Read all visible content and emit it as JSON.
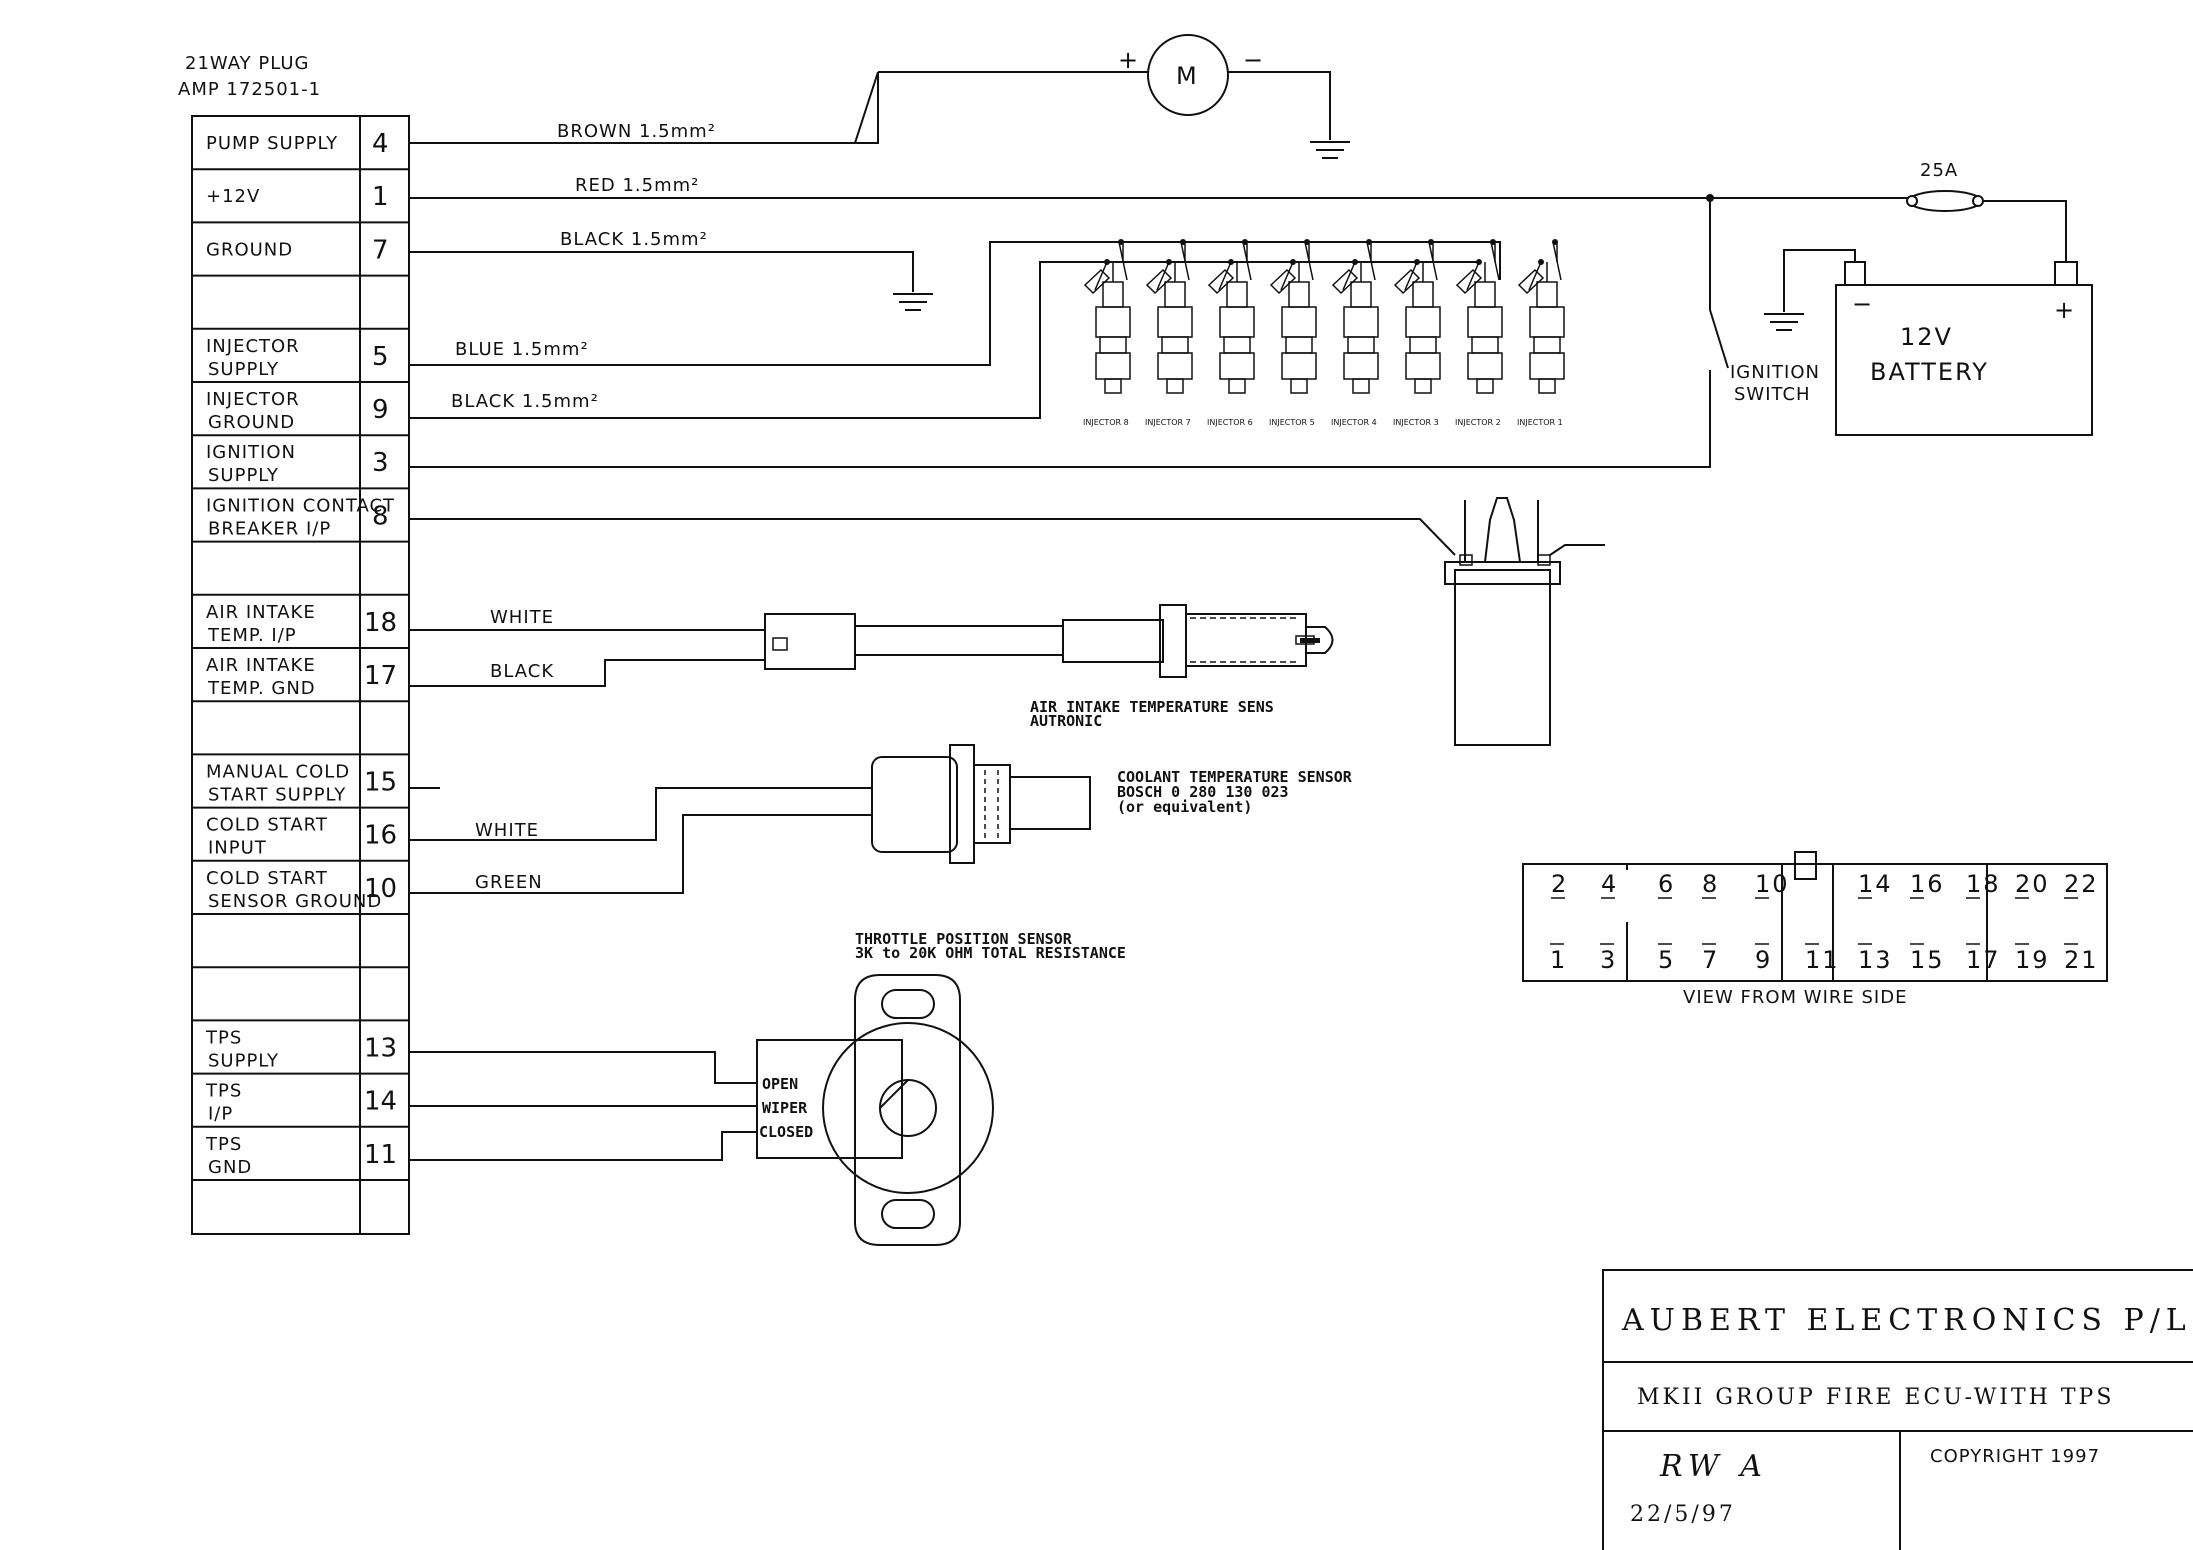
{
  "connector": {
    "title_line1": "21WAY PLUG",
    "title_line2": "AMP 172501-1",
    "rows": [
      {
        "label1": "PUMP SUPPLY",
        "label2": "",
        "pin": "4"
      },
      {
        "label1": "+12V",
        "label2": "",
        "pin": "1"
      },
      {
        "label1": "GROUND",
        "label2": "",
        "pin": "7"
      },
      {
        "label1": "",
        "label2": "",
        "pin": ""
      },
      {
        "label1": "INJECTOR",
        "label2": "SUPPLY",
        "pin": "5"
      },
      {
        "label1": "INJECTOR",
        "label2": "GROUND",
        "pin": "9"
      },
      {
        "label1": "IGNITION",
        "label2": "SUPPLY",
        "pin": "3"
      },
      {
        "label1": "IGNITION CONTACT",
        "label2": "BREAKER I/P",
        "pin": "8"
      },
      {
        "label1": "",
        "label2": "",
        "pin": ""
      },
      {
        "label1": "AIR INTAKE",
        "label2": "TEMP. I/P",
        "pin": "18"
      },
      {
        "label1": "AIR INTAKE",
        "label2": "TEMP. GND",
        "pin": "17"
      },
      {
        "label1": "",
        "label2": "",
        "pin": ""
      },
      {
        "label1": "MANUAL COLD",
        "label2": "START SUPPLY",
        "pin": "15"
      },
      {
        "label1": "COLD START",
        "label2": "INPUT",
        "pin": "16"
      },
      {
        "label1": "COLD START",
        "label2": "SENSOR GROUND",
        "pin": "10"
      },
      {
        "label1": "",
        "label2": "",
        "pin": ""
      },
      {
        "label1": "",
        "label2": "",
        "pin": ""
      },
      {
        "label1": "TPS",
        "label2": "SUPPLY",
        "pin": "13"
      },
      {
        "label1": "TPS",
        "label2": "I/P",
        "pin": "14"
      },
      {
        "label1": "TPS",
        "label2": "GND",
        "pin": "11"
      },
      {
        "label1": "",
        "label2": "",
        "pin": ""
      }
    ]
  },
  "wires": {
    "brown": "BROWN 1.5mm²",
    "red": "RED 1.5mm²",
    "black1": "BLACK 1.5mm²",
    "blue": "BLUE 1.5mm²",
    "black2": "BLACK 1.5mm²",
    "white1": "WHITE",
    "black3": "BLACK",
    "white2": "WHITE",
    "green": "GREEN"
  },
  "pump": {
    "motor": "M",
    "plus": "+",
    "minus": "−"
  },
  "fuse": {
    "label": "25A"
  },
  "battery": {
    "line1": "12V",
    "line2": "BATTERY",
    "neg": "−",
    "pos": "+"
  },
  "ignition_switch": {
    "line1": "IGNITION",
    "line2": "SWITCH"
  },
  "injectors": [
    "INJECTOR 8",
    "INJECTOR 7",
    "INJECTOR 6",
    "INJECTOR 5",
    "INJECTOR 4",
    "INJECTOR 3",
    "INJECTOR 2",
    "INJECTOR 1"
  ],
  "air_sensor": {
    "line1": "AIR INTAKE TEMPERATURE SENS",
    "line2": "AUTRONIC"
  },
  "coolant_sensor": {
    "line1": "COOLANT TEMPERATURE SENSOR",
    "line2": "BOSCH 0 280 130 023",
    "line3": "(or equivalent)"
  },
  "tps": {
    "line1": "THROTTLE POSITION SENSOR",
    "line2": "3K to 20K OHM TOTAL RESISTANCE",
    "open": "OPEN",
    "wiper": "WIPER",
    "closed": "CLOSED"
  },
  "pinout": {
    "top": [
      "2",
      "4",
      "6",
      "8",
      "10",
      "14",
      "16",
      "18",
      "20",
      "22"
    ],
    "bottom": [
      "1",
      "3",
      "5",
      "7",
      "9",
      "11",
      "13",
      "15",
      "17",
      "19",
      "21"
    ],
    "caption": "VIEW FROM WIRE SIDE"
  },
  "title_block": {
    "company": "AUBERT ELECTRONICS P/L",
    "drawing": "MKII GROUP FIRE ECU-WITH TPS",
    "initials": "RW A",
    "date": "22/5/97",
    "copyright": "COPYRIGHT 1997"
  }
}
